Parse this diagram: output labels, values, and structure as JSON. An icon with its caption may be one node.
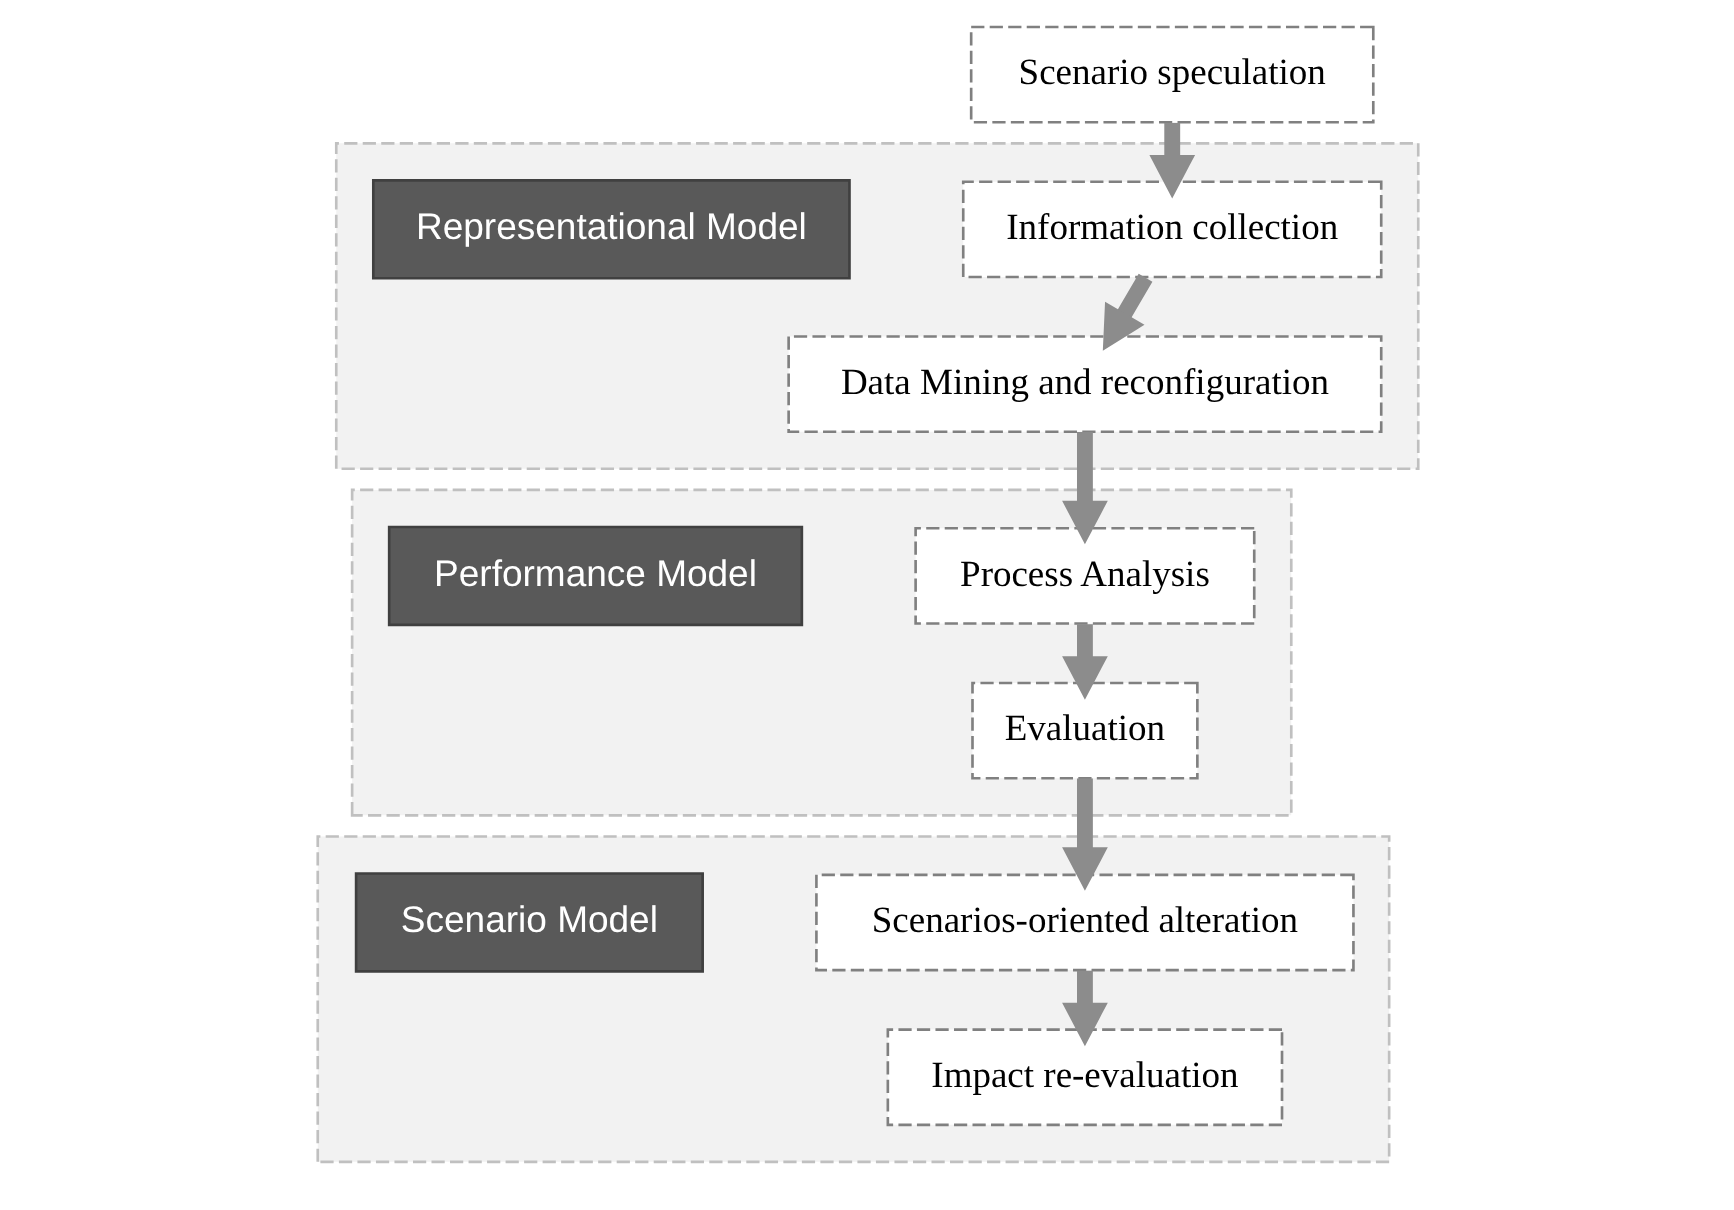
{
  "diagram": {
    "nodes": [
      {
        "text": [
          "Scenario speculation"
        ]
      },
      {
        "text": [],
        "shape": "band"
      },
      {
        "text": [
          "Information collection"
        ],
        "in": 1
      },
      {
        "text": [
          "Data Mining and reconfiguration"
        ],
        "in": 1
      },
      {
        "text": [
          "Representational Model"
        ],
        "in": 1
      },
      {
        "text": [],
        "shape": "band"
      },
      {
        "text": [
          "Process Analysis"
        ],
        "in": 5
      },
      {
        "text": [
          "Evaluation"
        ],
        "in": 5
      },
      {
        "text": [
          "Performance Model"
        ],
        "in": 5
      },
      {
        "text": [],
        "shape": "band"
      },
      {
        "text": [
          "Scenarios-oriented alteration"
        ],
        "in": 9
      },
      {
        "text": [
          "Impact re-evaluation"
        ],
        "in": 9
      },
      {
        "text": [
          "Scenario Model"
        ],
        "in": 9
      }
    ],
    "edges": [
      {
        "from": 0,
        "to": 2,
        "arrow": "to"
      },
      {
        "from": 2,
        "to": 3,
        "arrow": "to"
      },
      {
        "from": 3,
        "to": 6,
        "arrow": "to"
      },
      {
        "from": 6,
        "to": 7,
        "arrow": "to"
      },
      {
        "from": 7,
        "to": 10,
        "arrow": "to"
      },
      {
        "from": 10,
        "to": 11,
        "arrow": "to"
      }
    ]
  }
}
